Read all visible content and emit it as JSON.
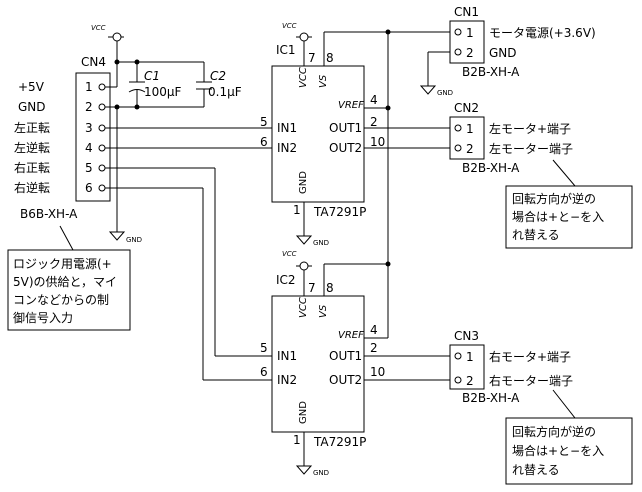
{
  "cn4": {
    "name": "CN4",
    "part": "B6B-XH-A",
    "pins": [
      {
        "label": "+5V",
        "num": "1"
      },
      {
        "label": "GND",
        "num": "2"
      },
      {
        "label": "左正転",
        "num": "3"
      },
      {
        "label": "左逆転",
        "num": "4"
      },
      {
        "label": "右正転",
        "num": "5"
      },
      {
        "label": "右逆転",
        "num": "6"
      }
    ]
  },
  "vcc_label": "VCC",
  "gnd_label": "GND",
  "c1": {
    "name": "C1",
    "value": "100μF"
  },
  "c2": {
    "name": "C2",
    "value": "0.1μF"
  },
  "cn1": {
    "name": "CN1",
    "part": "B2B-XH-A",
    "pins": [
      {
        "num": "1",
        "label": "モータ電源(+3.6V)"
      },
      {
        "num": "2",
        "label": "GND"
      }
    ]
  },
  "cn2": {
    "name": "CN2",
    "part": "B2B-XH-A",
    "pins": [
      {
        "num": "1",
        "label": "左モータ+端子"
      },
      {
        "num": "2",
        "label": "左モーター端子"
      }
    ]
  },
  "cn3": {
    "name": "CN3",
    "part": "B2B-XH-A",
    "pins": [
      {
        "num": "1",
        "label": "右モータ+端子"
      },
      {
        "num": "2",
        "label": "右モーター端子"
      }
    ]
  },
  "ic1": {
    "name": "IC1",
    "part": "TA7291P"
  },
  "ic2": {
    "name": "IC2",
    "part": "TA7291P"
  },
  "ic_pins": {
    "vcc": "VCC",
    "vs": "VS",
    "vref": "VREF",
    "in1": "IN1",
    "in2": "IN2",
    "out1": "OUT1",
    "out2": "OUT2",
    "gnd": "GND",
    "n7": "7",
    "n8": "8",
    "n4": "4",
    "n5": "5",
    "n6": "6",
    "n2": "2",
    "n10": "10",
    "n1": "1"
  },
  "notes": {
    "logic": [
      "ロジック用電源(+",
      "5V)の供給と，マイ",
      "コンなどからの制",
      "御信号入力"
    ],
    "reverse1": [
      "回転方向が逆の",
      "場合は+と−を入",
      "れ替える"
    ],
    "reverse2": [
      "回転方向が逆の",
      "場合は+と−を入",
      "れ替える"
    ]
  }
}
